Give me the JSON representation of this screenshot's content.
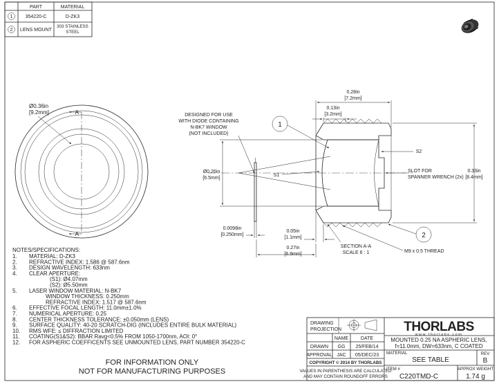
{
  "bom": {
    "headers": [
      "PART",
      "MATERIAL"
    ],
    "rows": [
      {
        "num": "1",
        "part": "354220-C",
        "material": "D-ZK3"
      },
      {
        "num": "2",
        "part": "LENS MOUNT",
        "material_line1": "303 STAINLESS",
        "material_line2": "STEEL"
      }
    ]
  },
  "left_view": {
    "diameter_in": "Ø0.36in",
    "diameter_mm": "[9.2mm]",
    "section_mark": "A"
  },
  "section_view": {
    "designed_note": [
      "DESIGNED FOR USE",
      "WITH DIODE CONTAINING",
      "N-BK7 WINDOW",
      "(NOT INCLUDED)"
    ],
    "dim_028": {
      "in": "0.28in",
      "mm": "[7.2mm]"
    },
    "dim_013": {
      "in": "0.13in",
      "mm": "[3.2mm]"
    },
    "dim_026": {
      "in": "Ø0.26in",
      "mm": "[6.5mm]"
    },
    "dim_033": {
      "in": "0.33in",
      "mm": "[8.4mm]"
    },
    "dim_0098": {
      "in": "0.0098in",
      "mm": "[0.250mm]"
    },
    "dim_005": {
      "in": "0.05in",
      "mm": "[1.1mm]"
    },
    "dim_027": {
      "in": "0.27in",
      "mm": "[6.9mm]"
    },
    "s1": "S1",
    "s2": "S2",
    "slot_line1": "SLOT FOR",
    "slot_line2": "SPANNER WRENCH (2x)",
    "balloon1": "1",
    "balloon2": "2",
    "section_title": "SECTION A-A",
    "scale": "SCALE 6 : 1",
    "thread": "M9 x 0.5 THREAD"
  },
  "notes": {
    "heading": "NOTES/SPECIFICATIONS:",
    "items": [
      {
        "n": "1.",
        "text": "MATERIAL: D-ZK3"
      },
      {
        "n": "2.",
        "text": "REFRACTIVE INDEX: 1.586 @ 587.6nm"
      },
      {
        "n": "3.",
        "text": "DESIGN WAVELENGTH: 633nm"
      },
      {
        "n": "4.",
        "text": "CLEAR APERTURE:"
      },
      {
        "n": "",
        "text": "(S1): Ø4.07mm"
      },
      {
        "n": "",
        "text": "(S2): Ø5.50mm"
      },
      {
        "n": "5.",
        "text": "LASER WINDOW MATERIAL: N-BK7"
      },
      {
        "n": "",
        "text": "WINDOW THICKNESS: 0.250mm"
      },
      {
        "n": "",
        "text": "REFRACTIVE INDEX: 1.517 @ 587.6nm"
      },
      {
        "n": "6.",
        "text": "EFFECTIVE FOCAL LENGTH: 11.0mm±1.0%"
      },
      {
        "n": "7.",
        "text": "NUMERICAL APERTURE: 0.25"
      },
      {
        "n": "8.",
        "text": "CENTER THICKNESS TOLERANCE: ±0.050mm (LENS)"
      },
      {
        "n": "9.",
        "text": "SURFACE QUALITY: 40-20 SCRATCH-DIG (INCLUDES ENTIRE BULK MATERIAL)"
      },
      {
        "n": "10.",
        "text": "RMS WFE: ≤ DIFFRACTION LIMITED"
      },
      {
        "n": "11.",
        "text": "COATING(S1&S2): BBAR Ravg<0.5% FROM 1050-1700nm, AOI: 0°"
      },
      {
        "n": "12.",
        "text": "FOR ASPHERIC COEFFICENTS SEE UNMOUNTED LENS, PART NUMBER 354220-C"
      }
    ]
  },
  "footer_note": {
    "line1": "FOR INFORMATION ONLY",
    "line2": "NOT FOR MANUFACTURING PURPOSES"
  },
  "title_block": {
    "drawing_projection": [
      "DRAWING",
      "PROJECTION"
    ],
    "logo": "THORLABS",
    "website": "www.thorlabs.com",
    "col_name": "NAME",
    "col_date": "DATE",
    "drawn_label": "DRAWN",
    "drawn_name": "GG",
    "drawn_date": "25/FEB/14",
    "approval_label": "APPROVAL",
    "approval_name": "JAC",
    "approval_date": "05/DEC/23",
    "copyright": "COPYRIGHT © 2014 BY THORLABS",
    "disclaimer_line1": "VALUES IN PARENTHESIS ARE CALCULATED",
    "disclaimer_line2": "AND MAY CONTAIN ROUNDOFF ERRORS",
    "description_line1": "MOUNTED 0.25 NA ASPHERIC LENS,",
    "description_line2": "f=11.0mm, DW=633nm, C COATED",
    "material_label": "MATERIAL",
    "material_value": "SEE TABLE",
    "rev_label": "REV",
    "rev_value": "B",
    "item_label": "ITEM #",
    "item_value": "C220TMD-C",
    "weight_label": "APPROX WEIGHT",
    "weight_value": "1.74 g"
  },
  "icons": {
    "product": "lens-product-render-icon",
    "projection": "third-angle-projection-icon"
  }
}
